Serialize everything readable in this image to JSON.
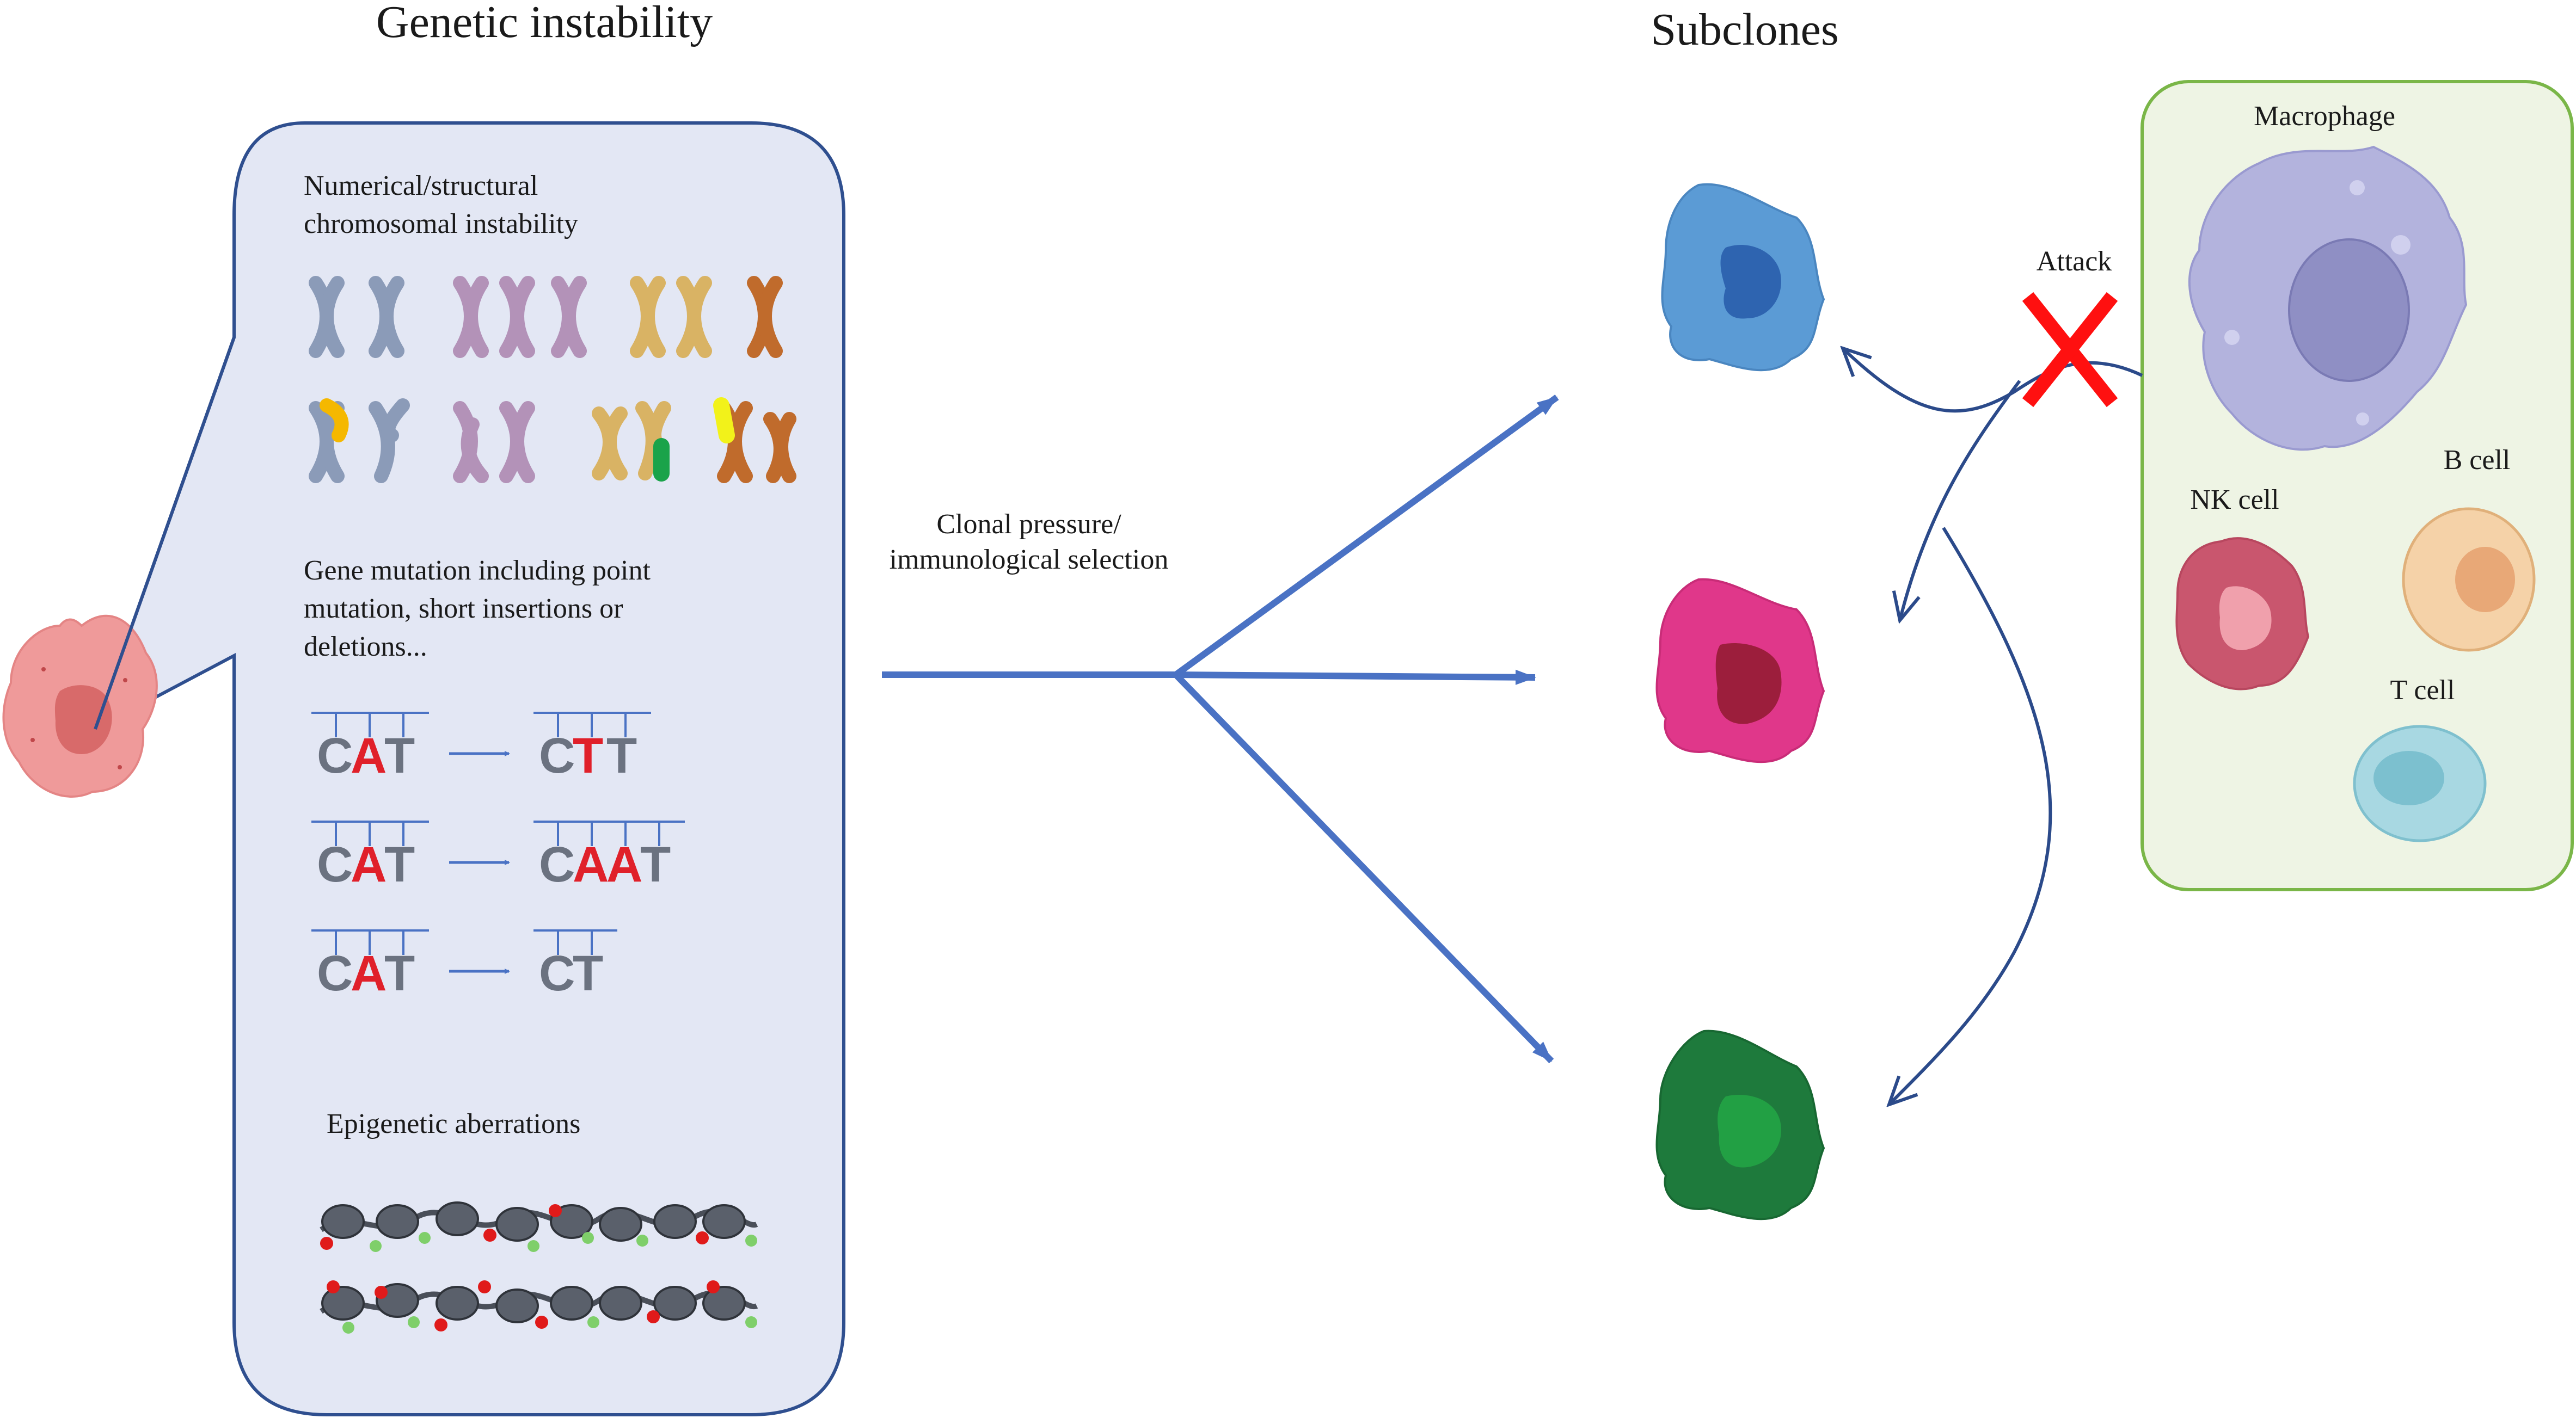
{
  "titles": {
    "genetic_instability": "Genetic instability",
    "subclones": "Subclones"
  },
  "panel": {
    "chromosomal": [
      "Numerical/structural",
      "chromosomal instability"
    ],
    "gene_mutation": [
      "Gene mutation including point",
      "mutation, short insertions or",
      "deletions..."
    ],
    "epigenetic": "Epigenetic aberrations"
  },
  "mutations": [
    {
      "before": [
        "C",
        "A",
        "T"
      ],
      "after": [
        "C",
        "T",
        "T"
      ],
      "before_red": [
        1
      ],
      "after_red": [
        1
      ]
    },
    {
      "before": [
        "C",
        "A",
        "T"
      ],
      "after": [
        "C",
        "A",
        "A",
        "T"
      ],
      "before_red": [
        1
      ],
      "after_red": [
        1,
        2
      ]
    },
    {
      "before": [
        "C",
        "A",
        "T"
      ],
      "after": [
        "C",
        "T"
      ],
      "before_red": [
        1
      ],
      "after_red": []
    }
  ],
  "selection": [
    "Clonal pressure/",
    "immunological selection"
  ],
  "attack": "Attack",
  "immune": {
    "macrophage": "Macrophage",
    "b_cell": "B cell",
    "nk_cell": "NK cell",
    "t_cell": "T cell"
  },
  "colors": {
    "panel_fill": "#e3e7f4",
    "panel_stroke": "#2f4f8f",
    "arrow_blue": "#4a72c4",
    "dark_arrow": "#2b4a8a",
    "immune_fill": "#eef4e4",
    "immune_stroke": "#7ab648",
    "mutation_red": "#e0202a",
    "dna_gray": "#6b7280",
    "cross_red": "#ff1010",
    "tumor_cell": "#ef9a9a",
    "subclone_blue": "#5b9bd5",
    "subclone_pink": "#e0378a",
    "subclone_green": "#1e7a3c"
  }
}
